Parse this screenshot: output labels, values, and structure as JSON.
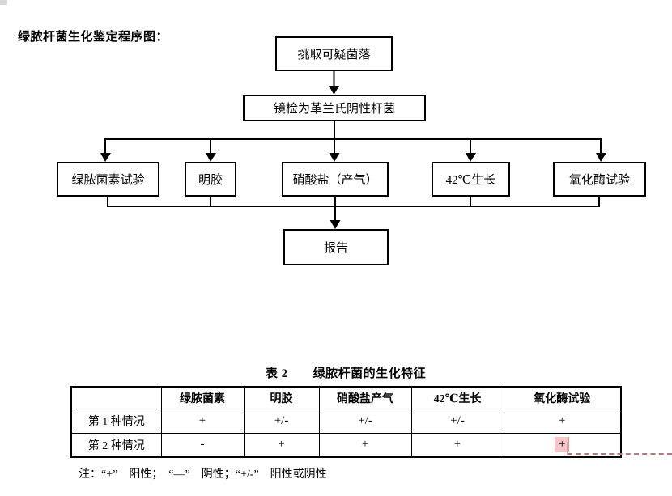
{
  "page": {
    "heading": "绿脓杆菌生化鉴定程序图："
  },
  "flowchart": {
    "nodes": {
      "pick_colony": "挑取可疑菌落",
      "microscopy": "镜检为革兰氏阴性杆菌",
      "pyocyanin_test": "绿脓菌素试验",
      "gelatin": "明胶",
      "nitrate_gas": "硝酸盐（产气）",
      "growth_42c": "42℃生长",
      "oxidase_test": "氧化酶试验",
      "report": "报告"
    },
    "line_color": "#000000"
  },
  "table": {
    "title": "表 2　　绿脓杆菌的生化特征",
    "columns": [
      "",
      "绿脓菌素",
      "明胶",
      "硝酸盐产气",
      "42℃生长",
      "氧化酶试验"
    ],
    "rows": [
      {
        "label": "第 1 种情况",
        "values": [
          "+",
          "+/-",
          "+/-",
          "+/-",
          "+"
        ]
      },
      {
        "label": "第 2 种情况",
        "values": [
          "-",
          "+",
          "+",
          "+",
          "+"
        ]
      }
    ],
    "note": "注：“+”　阳性；　“—”　阴性；“+/-”　阳性或阴性",
    "highlight": {
      "row": 1,
      "column": "氧化酶试验",
      "value": "+",
      "fill_color": "#f5c6c6",
      "edge_color": "#dfa3a3",
      "leader_color": "#b07a7a"
    }
  }
}
